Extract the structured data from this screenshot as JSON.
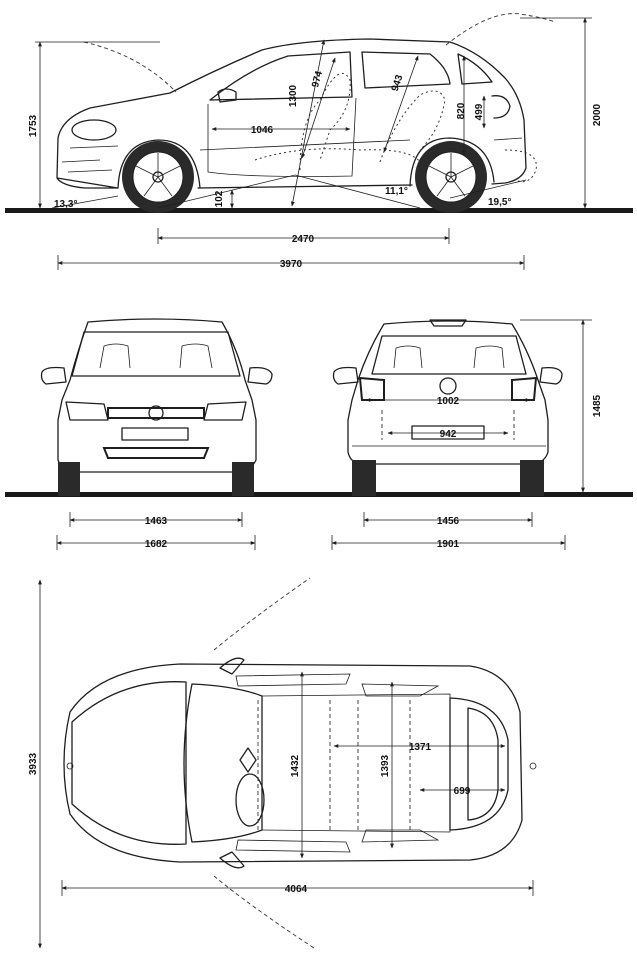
{
  "side_view": {
    "overall_height": "1753",
    "height_open_tailgate": "2000",
    "headroom_front": "974",
    "headroom_rear": "943",
    "interior_height": "1300",
    "front_legroom": "1046",
    "boot_height": "820",
    "boot_opening_height": "499",
    "ground_clearance": "102",
    "approach_angle": "13,3°",
    "ramp_angle": "11,1°",
    "departure_angle": "19,5°",
    "wheelbase": "2470",
    "overall_length": "3970"
  },
  "front_view": {
    "track_front": "1463",
    "overall_width": "1682"
  },
  "rear_view": {
    "boot_width": "1002",
    "boot_opening_width": "942",
    "rear_height": "1485",
    "track_rear": "1456",
    "width_mirrors": "1901"
  },
  "top_view": {
    "length_top": "3933",
    "interior_width_front": "1432",
    "interior_width_rear": "1393",
    "interior_length": "1371",
    "boot_length": "699",
    "length_doors_open": "4064"
  },
  "colors": {
    "line": "#1e1e1e",
    "background": "#ffffff"
  }
}
